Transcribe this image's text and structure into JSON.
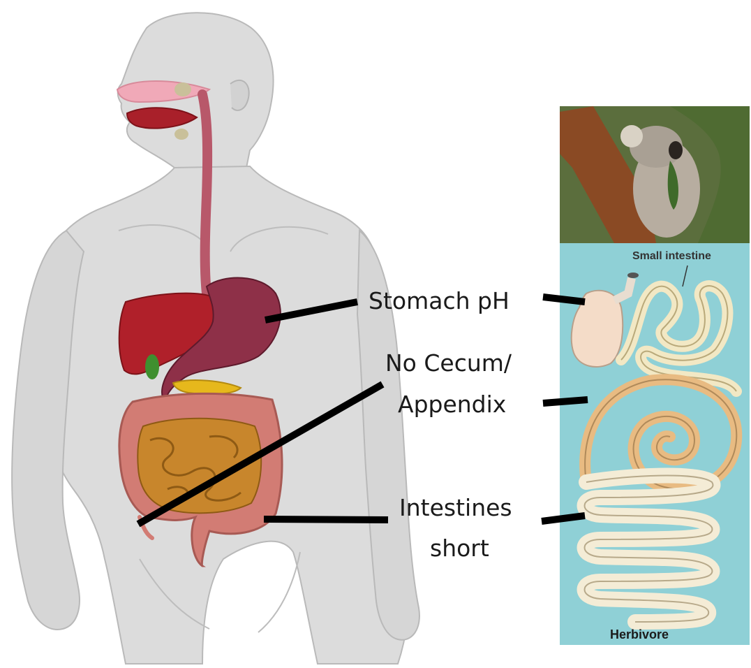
{
  "labels": {
    "stomach_ph": "Stomach pH",
    "no_cecum_line1": "No Cecum/",
    "no_cecum_line2": "Appendix",
    "intestines_line1": "Intestines",
    "intestines_line2": "short"
  },
  "herbivore_panel": {
    "small_intestine_label": "Small intestine",
    "caption": "Herbivore"
  },
  "colors": {
    "body_fill": "#dcdcdc",
    "body_outline": "#b9b9b9",
    "liver": "#b0202a",
    "stomach": "#8e3048",
    "esophagus": "#b8586a",
    "pancreas": "#e6b81c",
    "gallbladder": "#3f8f2f",
    "large_intestine": "#d27c74",
    "small_intestine": "#c8862c",
    "herbivore_bg": "#8fd0d6",
    "herbivore_gut": "#f2e8c4",
    "herbivore_colon": "#e8bb82",
    "pointer_line": "#000000"
  }
}
